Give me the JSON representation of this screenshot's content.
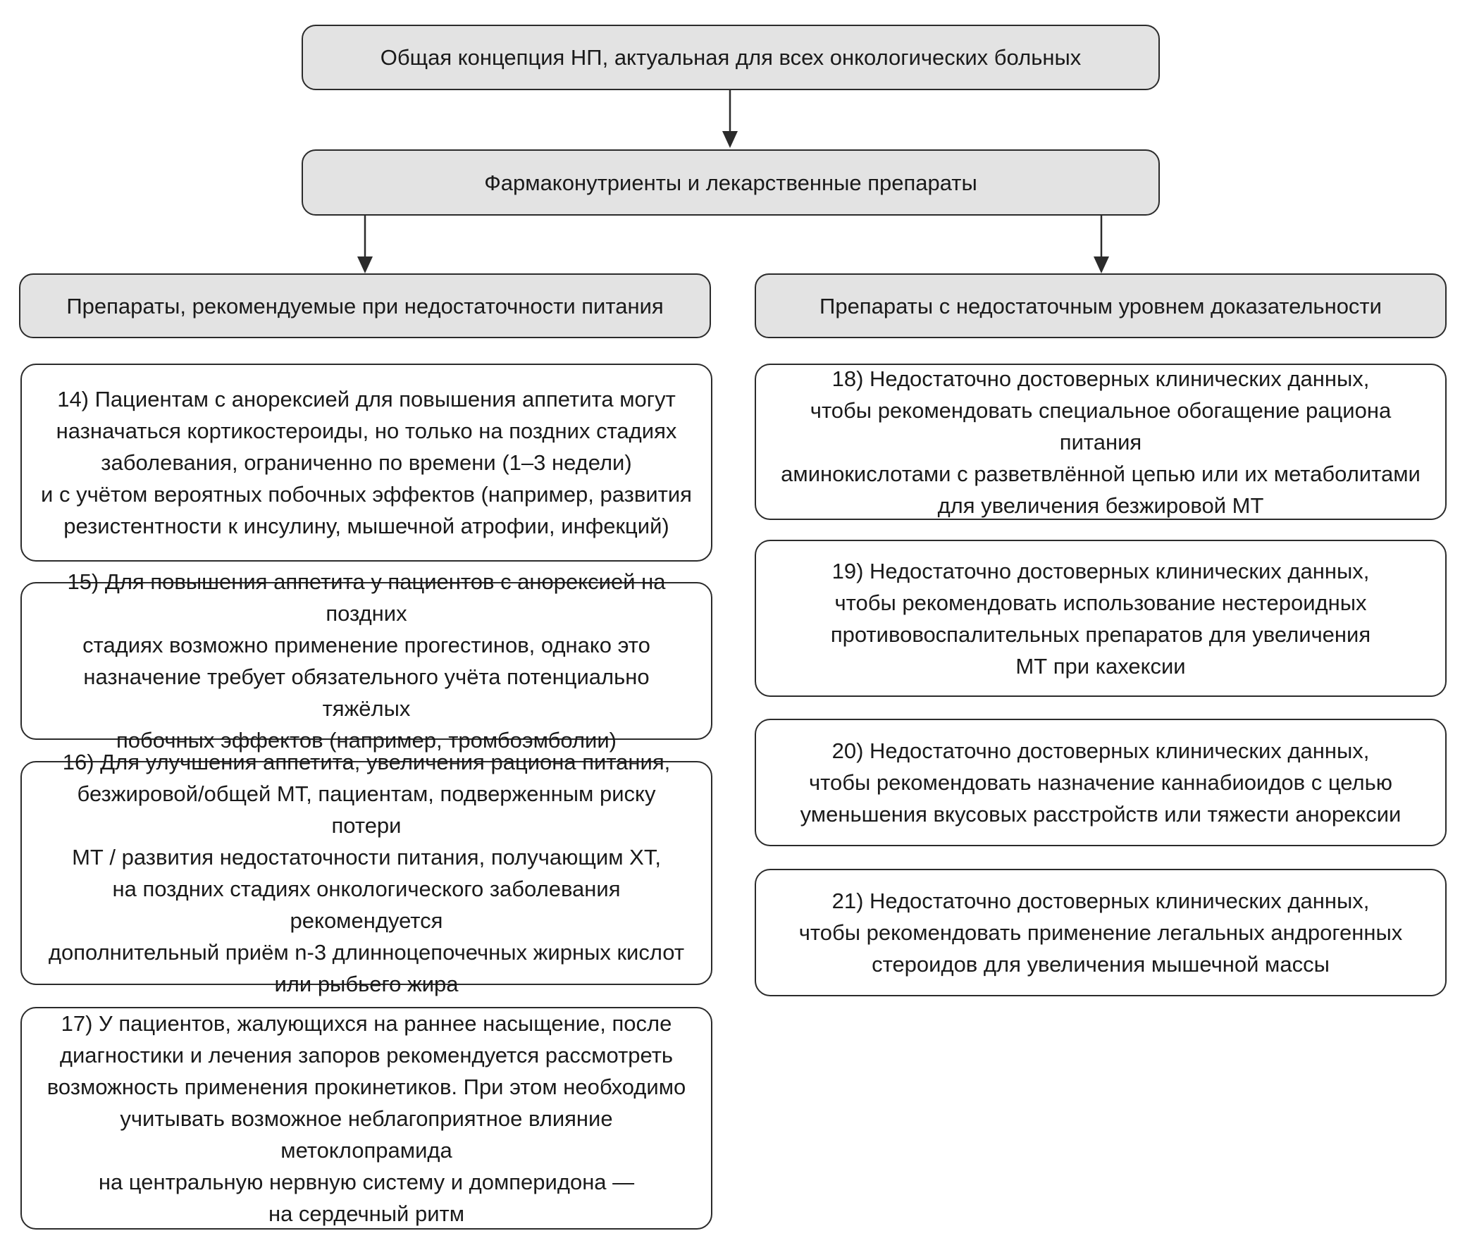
{
  "top": {
    "label": "Общая концепция НП, актуальная для всех онкологических больных"
  },
  "middle": {
    "label": "Фармаконутриенты и лекарственные препараты"
  },
  "left_column": {
    "header": "Препараты, рекомендуемые при недостаточности питания",
    "items": [
      {
        "text": "14) Пациентам с анорексией для повышения аппетита могут\nназначаться кортикостероиды, но только на поздних стадиях\nзаболевания, ограниченно по времени (1–3 недели)\nи с учётом вероятных побочных эффектов (например, развития\nрезистентности к инсулину, мышечной атрофии, инфекций)"
      },
      {
        "text": "15) Для повышения аппетита у пациентов с анорексией на поздних\nстадиях возможно применение прогестинов, однако это\nназначение требует обязательного учёта потенциально тяжёлых\nпобочных эффектов (например, тромбоэмболии)"
      },
      {
        "text": "16) Для улучшения аппетита, увеличения рациона питания,\nбезжировой/общей МТ, пациентам, подверженным риску потери\nМТ / развития недостаточности питания, получающим ХТ,\nна поздних стадиях онкологического заболевания рекомендуется\nдополнительный приём n-3 длинноцепочечных жирных кислот\nили рыбьего жира"
      },
      {
        "text": "17) У пациентов, жалующихся на раннее насыщение, после\nдиагностики и лечения запоров рекомендуется рассмотреть\nвозможность применения прокинетиков. При этом необходимо\nучитывать возможное неблагоприятное влияние метоклопрамида\nна центральную нервную систему и домперидона —\nна сердечный ритм"
      }
    ]
  },
  "right_column": {
    "header": "Препараты с недостаточным уровнем доказательности",
    "items": [
      {
        "text": "18) Недостаточно достоверных клинических данных,\nчтобы рекомендовать специальное обогащение рациона питания\nаминокислотами с разветвлённой цепью или их метаболитами\nдля увеличения безжировой МТ"
      },
      {
        "text": "19) Недостаточно достоверных клинических данных,\nчтобы рекомендовать использование нестероидных\nпротивовоспалительных препаратов для увеличения\nМТ при кахексии"
      },
      {
        "text": "20) Недостаточно достоверных клинических данных,\nчтобы рекомендовать назначение каннабиоидов с целью\nуменьшения вкусовых расстройств или тяжести анорексии"
      },
      {
        "text": "21) Недостаточно достоверных клинических данных,\nчтобы рекомендовать применение легальных андрогенных\nстероидов для увеличения мышечной массы"
      }
    ]
  }
}
